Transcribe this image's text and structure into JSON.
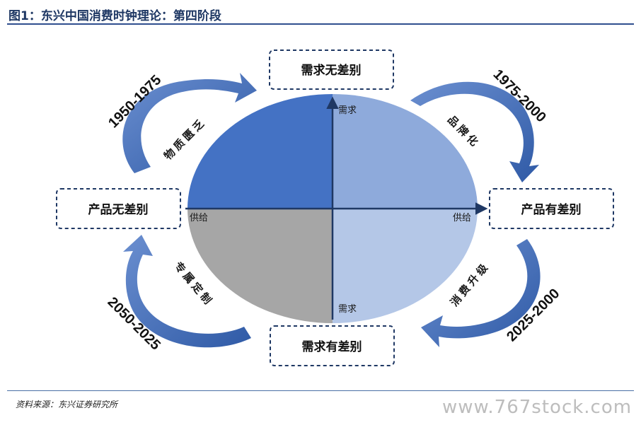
{
  "figure": {
    "title": "图1：东兴中国消费时钟理论：第四阶段",
    "source": "资料来源：东兴证券研究所",
    "watermark": "www.767stock.com"
  },
  "boxes": {
    "top": "需求无差别",
    "bottom": "需求有差别",
    "left": "产品无差别",
    "right": "产品有差别"
  },
  "axes": {
    "demand_top": "需求",
    "demand_bottom": "需求",
    "supply_left": "供给",
    "supply_right": "供给"
  },
  "stages": {
    "top_left": "物质匮乏",
    "top_right": "品牌化",
    "bottom_right": "消费升级",
    "bottom_left": "专属定制"
  },
  "periods": {
    "top_left": "1950-1975",
    "top_right": "1975-2000",
    "bottom_right": "2025-2000",
    "bottom_left": "2050-2025"
  },
  "colors": {
    "quadrant_top_left": "#4472c4",
    "quadrant_top_right": "#8eaadb",
    "quadrant_bottom_right": "#b4c7e7",
    "quadrant_bottom_left": "#a6a6a6",
    "axis": "#1f3864",
    "arrow": "#4a72b8",
    "box_border": "#1f3864",
    "title": "#1f3864"
  }
}
